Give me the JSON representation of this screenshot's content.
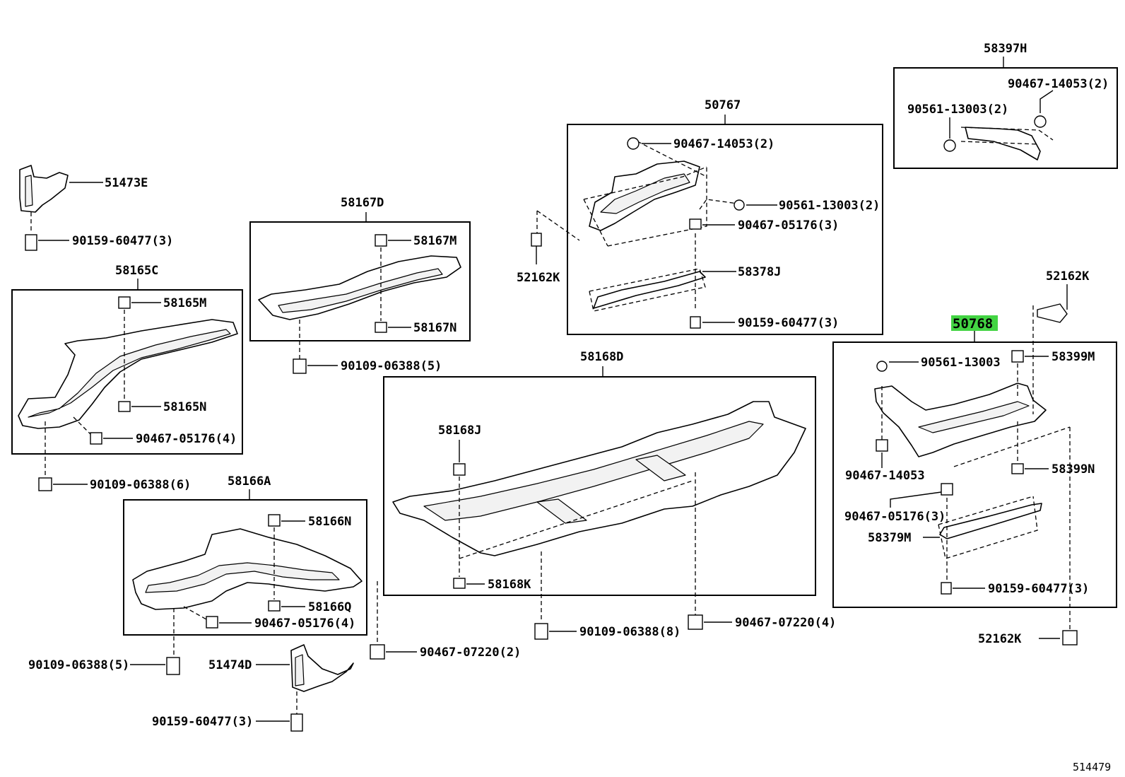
{
  "diagram": {
    "highlighted_part": "50768",
    "footer_code": "514479",
    "groups": {
      "g50767": {
        "title": "50767",
        "labels": [
          "90467-14053(2)",
          "90561-13003(2)",
          "90467-05176(3)",
          "58378J",
          "90159-60477(3)"
        ]
      },
      "g58397H": {
        "title": "58397H",
        "labels": [
          "90467-14053(2)",
          "90561-13003(2)"
        ]
      },
      "g58167D": {
        "title": "58167D",
        "labels": [
          "58167M",
          "58167N"
        ]
      },
      "g58165C": {
        "title": "58165C",
        "labels": [
          "58165M",
          "58165N",
          "90467-05176(4)"
        ]
      },
      "g58168D": {
        "title": "58168D",
        "labels": [
          "58168J",
          "58168K"
        ]
      },
      "g50768": {
        "title": "50768",
        "labels": [
          "90561-13003",
          "58399M",
          "90467-14053",
          "58399N",
          "90467-05176(3)",
          "58379M",
          "90159-60477(3)"
        ]
      },
      "g58166A": {
        "title": "58166A",
        "labels": [
          "58166N",
          "58166Q",
          "90467-05176(4)"
        ]
      }
    },
    "loose": {
      "p51473E": "51473E",
      "p90159_60477_top": "90159-60477(3)",
      "p90109_06388_6": "90109-06388(6)",
      "p90109_06388_5a": "90109-06388(5)",
      "p52162K_left": "52162K",
      "p52162K_right": "52162K",
      "p52162K_bottom": "52162K",
      "p90109_06388_5b": "90109-06388(5)",
      "p51474D": "51474D",
      "p90159_60477_bottom": "90159-60477(3)",
      "p90467_07220_2": "90467-07220(2)",
      "p90109_06388_8": "90109-06388(8)",
      "p90467_07220_4": "90467-07220(4)"
    }
  }
}
